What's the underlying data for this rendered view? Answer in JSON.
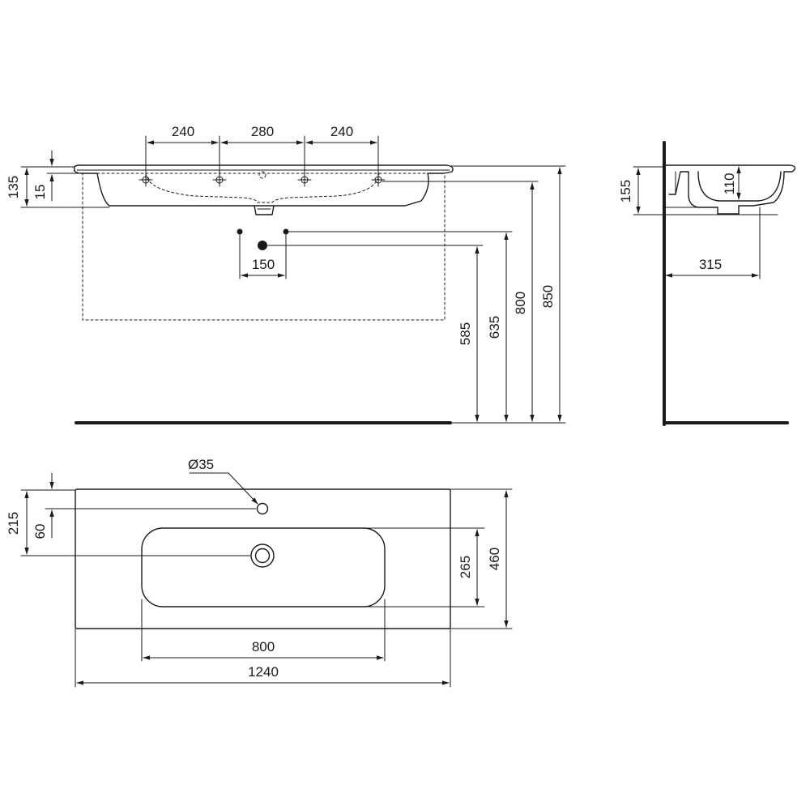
{
  "front_view": {
    "tap_spacing_left": "240",
    "tap_spacing_middle": "280",
    "tap_spacing_right": "240",
    "total_height_basin": "135",
    "rim_thickness": "15",
    "waste_spacing": "150",
    "height_585": "585",
    "height_635": "635",
    "height_800": "800",
    "height_850": "850"
  },
  "side_view": {
    "basin_depth_outer": "155",
    "bowl_depth": "110",
    "projection": "315"
  },
  "top_view": {
    "tap_hole_diameter": "Ø35",
    "edge_to_drain": "215",
    "edge_to_tap_hole": "60",
    "bowl_depth_inner": "265",
    "overall_depth": "460",
    "bowl_width": "800",
    "overall_width": "1240"
  }
}
